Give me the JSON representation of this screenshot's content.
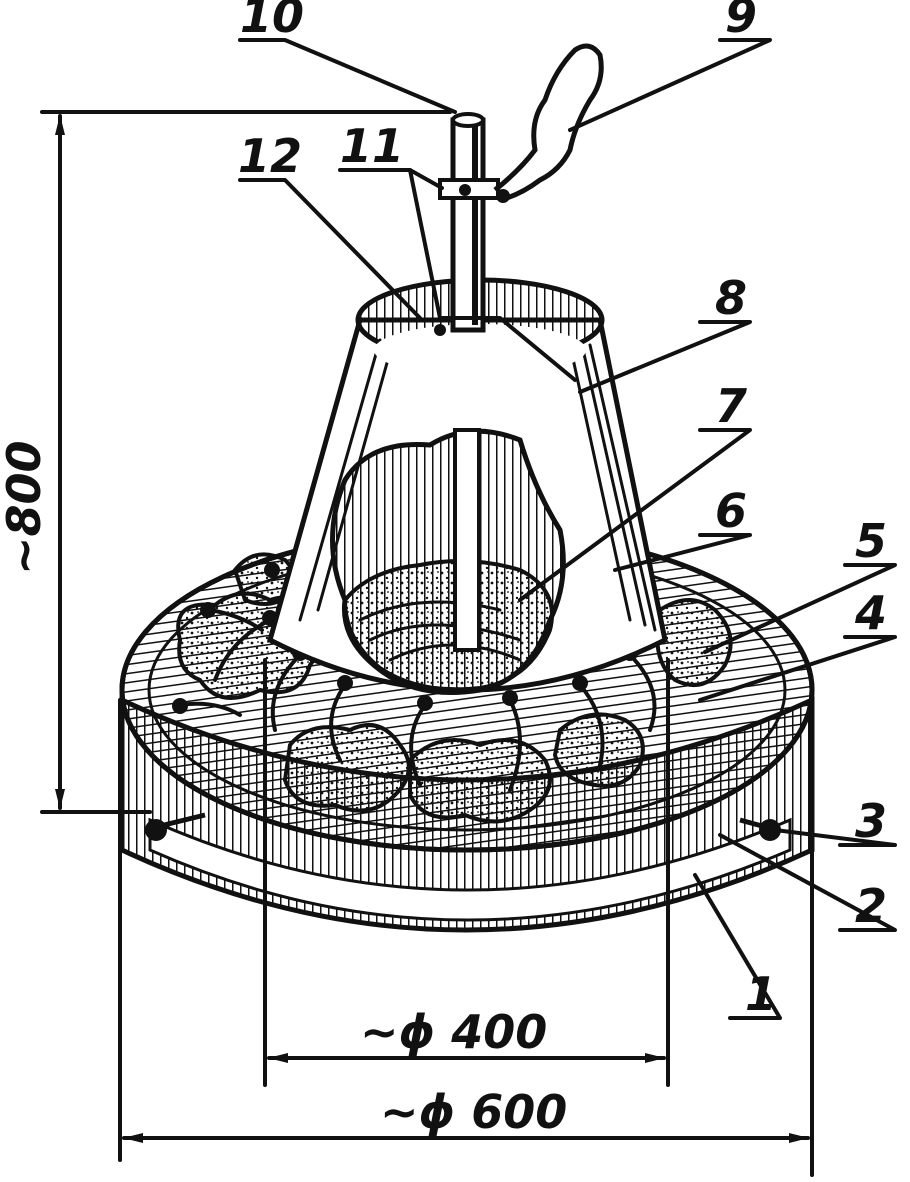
{
  "drawing": {
    "ink_color": "#111111",
    "background": "#ffffff"
  },
  "callouts": [
    {
      "id": "c1",
      "number": "1"
    },
    {
      "id": "c2",
      "number": "2"
    },
    {
      "id": "c3",
      "number": "3"
    },
    {
      "id": "c4",
      "number": "4"
    },
    {
      "id": "c5",
      "number": "5"
    },
    {
      "id": "c6",
      "number": "6"
    },
    {
      "id": "c7",
      "number": "7"
    },
    {
      "id": "c8",
      "number": "8"
    },
    {
      "id": "c9",
      "number": "9"
    },
    {
      "id": "c10",
      "number": "10"
    },
    {
      "id": "c11",
      "number": "11"
    },
    {
      "id": "c12",
      "number": "12"
    }
  ],
  "dimensions": {
    "height": "~800",
    "inner_diameter": "~ϕ 400",
    "outer_diameter": "~ϕ 600"
  }
}
